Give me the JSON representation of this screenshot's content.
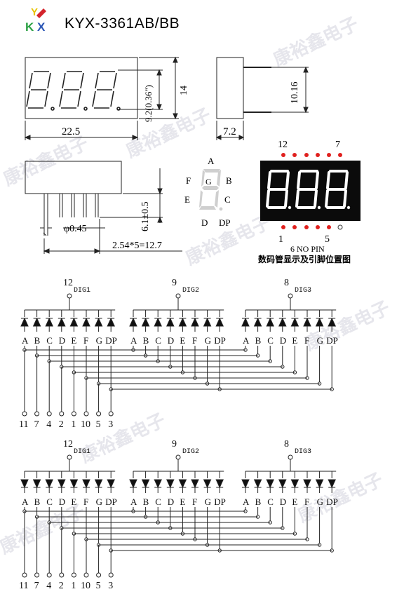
{
  "header": {
    "logo_letters": [
      "Y",
      "K",
      "X"
    ],
    "title": "KYX-3361AB/BB"
  },
  "front_view": {
    "width_label": "22.5",
    "digit_height_label": "9.2(0.36\")",
    "height_label": "14"
  },
  "side_view": {
    "depth_label": "7.2",
    "row_spacing_label": "10.16"
  },
  "bottom_view": {
    "pin_length_label": "6.1±0.5",
    "pin_diameter_label": "φ0.45",
    "pitch_label": "2.54*5=12.7"
  },
  "segment_labels": {
    "A": "A",
    "B": "B",
    "C": "C",
    "D": "D",
    "E": "E",
    "F": "F",
    "G": "G",
    "DP": "DP"
  },
  "pinout": {
    "top_left": "12",
    "top_right": "7",
    "bottom_left": "1",
    "bottom_right": "5",
    "no_pin_note": "6 NO PIN",
    "caption": "数码管显示及引脚位置图"
  },
  "circuits": [
    {
      "type": "common-cathode",
      "digits": [
        {
          "pin": "12",
          "label": "DIG1"
        },
        {
          "pin": "9",
          "label": "DIG2"
        },
        {
          "pin": "8",
          "label": "DIG3"
        }
      ],
      "segments": [
        "A",
        "B",
        "C",
        "D",
        "E",
        "F",
        "G",
        "DP"
      ],
      "segment_pins": [
        "11",
        "7",
        "4",
        "2",
        "1",
        "10",
        "5",
        "3"
      ]
    },
    {
      "type": "common-anode",
      "digits": [
        {
          "pin": "12",
          "label": "DIG1"
        },
        {
          "pin": "9",
          "label": "DIG2"
        },
        {
          "pin": "8",
          "label": "DIG3"
        }
      ],
      "segments": [
        "A",
        "B",
        "C",
        "D",
        "E",
        "F",
        "G",
        "DP"
      ],
      "segment_pins": [
        "11",
        "7",
        "4",
        "2",
        "1",
        "10",
        "5",
        "3"
      ]
    }
  ],
  "watermark": "康裕鑫电子",
  "colors": {
    "logo_yellow": "#e8c400",
    "logo_red": "#d4242c",
    "logo_green": "#2aa043",
    "logo_blue": "#2c57b6",
    "display_bg": "#0b0b0b",
    "segment_on": "#ffffff",
    "pin_red": "#e0201e"
  }
}
